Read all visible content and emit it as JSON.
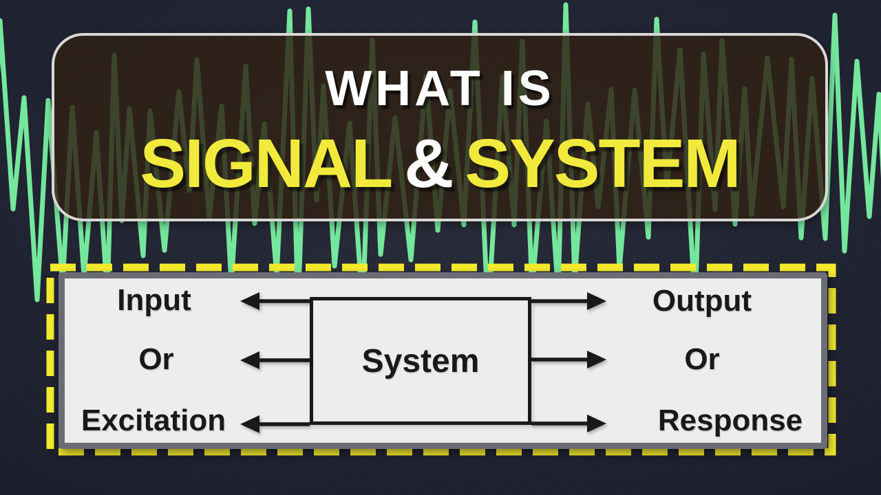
{
  "colors": {
    "background": "#1f2230",
    "wave": "#75e79d",
    "title_fill": "rgba(47,33,19,0.82)",
    "title_border": "#d8d8d6",
    "title_text": "#ffffff",
    "title_accent": "#f1ea3c",
    "dash": "#f4eb2d",
    "frame": "#6c6c76",
    "panel": "#ededed",
    "ink": "#191919"
  },
  "waveform": {
    "stroke_width": 7
  },
  "title_card": {
    "line1": "WHAT IS",
    "line2_word1": "SIGNAL",
    "line2_amp": "&",
    "line2_word2": "SYSTEM"
  },
  "diagram": {
    "system_label": "System",
    "left_labels": [
      "Input",
      "Or",
      "Excitation"
    ],
    "right_labels": [
      "Output",
      "Or",
      "Response"
    ]
  }
}
